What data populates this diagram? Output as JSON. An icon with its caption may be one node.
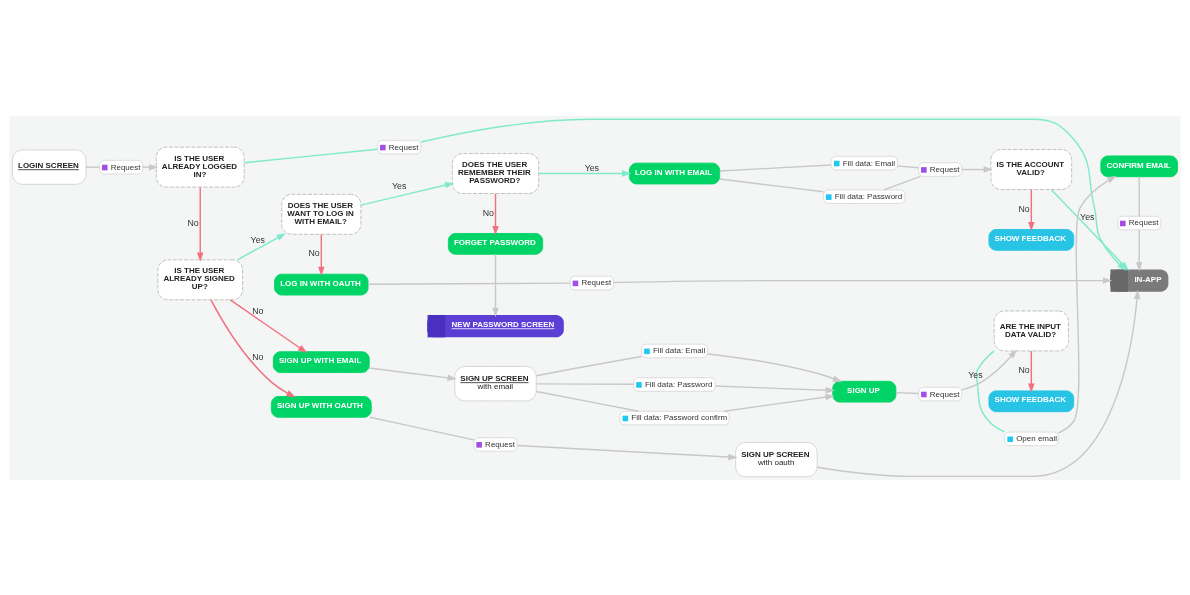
{
  "diagram": {
    "nodes": [
      {
        "text": [
          "LOGIN SCREEN"
        ]
      },
      {
        "text": [
          "Request"
        ]
      },
      {
        "text": [
          "IS THE USER ALREADY LOGGED IN?"
        ]
      },
      {
        "text": [
          "Request"
        ]
      },
      {
        "text": [
          "IN-APP"
        ]
      },
      {
        "text": [
          "LOG IN WITH OAUTH"
        ]
      },
      {
        "text": [
          "Request"
        ]
      },
      {
        "text": [
          "IS THE USER ALREADY SIGNED UP?"
        ]
      },
      {
        "text": [
          "DOES THE USER WANT TO LOG IN WITH EMAIL?"
        ]
      },
      {
        "text": [
          "DOES THE USER REMEMBER THEIR PASSWORD?"
        ]
      },
      {
        "text": [
          "LOG IN WITH EMAIL"
        ]
      },
      {
        "text": [
          "Fill data: Email"
        ]
      },
      {
        "text": [
          "Fill data: Password"
        ]
      },
      {
        "text": [
          "Request"
        ]
      },
      {
        "text": [
          "IS THE ACCOUNT VALID?"
        ]
      },
      {
        "text": [
          "Request"
        ]
      },
      {
        "text": [
          "FORGET PASSWORD"
        ]
      },
      {
        "text": [
          "SHOW FEEDBACK"
        ]
      },
      {
        "text": [
          "CONFIRM EMAIL"
        ]
      },
      {
        "text": [
          "NEW PASSWORD SCREEN"
        ]
      },
      {
        "text": [
          "Open email"
        ]
      },
      {
        "text": [
          "SIGN UP WITH EMAIL"
        ]
      },
      {
        "text": [
          "SIGN UP SCREEN",
          "with email"
        ]
      },
      {
        "text": [
          "Fill data: Email"
        ]
      },
      {
        "text": [
          "Fill data: Password"
        ]
      },
      {
        "text": [
          "Fill data: Password confirm"
        ]
      },
      {
        "text": [
          "SIGN UP"
        ]
      },
      {
        "text": [
          "Request"
        ]
      },
      {
        "text": [
          "ARE THE INPUT DATA VALID?"
        ]
      },
      {
        "text": [
          "SHOW FEEDBACK"
        ]
      },
      {
        "text": [
          "SIGN UP WITH OAUTH"
        ]
      },
      {
        "text": [
          "Request"
        ]
      },
      {
        "text": [
          "SIGN UP SCREEN",
          "with oauth"
        ]
      }
    ],
    "edges": [
      {
        "from": 0,
        "to": 1,
        "arrow": "none"
      },
      {
        "from": 1,
        "to": 2,
        "arrow": "to"
      },
      {
        "from": 2,
        "to": 3,
        "arrow": "none",
        "color": "#7eeacb"
      },
      {
        "from": 3,
        "to": 4,
        "arrow": "to",
        "color": "#7eeacb"
      },
      {
        "from": 2,
        "to": 7,
        "arrow": "to",
        "label": "No",
        "color": "#f2717f"
      },
      {
        "from": 5,
        "to": 6,
        "arrow": "none"
      },
      {
        "from": 6,
        "to": 4,
        "arrow": "to"
      },
      {
        "from": 7,
        "to": 8,
        "arrow": "to",
        "label": "Yes",
        "color": "#7eeacb"
      },
      {
        "from": 8,
        "to": 5,
        "arrow": "to",
        "label": "No",
        "color": "#f2717f"
      },
      {
        "from": 8,
        "to": 9,
        "arrow": "to",
        "label": "Yes",
        "color": "#7eeacb"
      },
      {
        "from": 9,
        "to": 10,
        "arrow": "to",
        "label": "Yes",
        "color": "#7eeacb"
      },
      {
        "from": 9,
        "to": 16,
        "arrow": "to",
        "label": "No",
        "color": "#f2717f"
      },
      {
        "from": 10,
        "to": 11,
        "arrow": "none"
      },
      {
        "from": 10,
        "to": 12,
        "arrow": "none"
      },
      {
        "from": 11,
        "to": 13,
        "arrow": "none"
      },
      {
        "from": 12,
        "to": 13,
        "arrow": "none"
      },
      {
        "from": 13,
        "to": 14,
        "arrow": "to"
      },
      {
        "from": 14,
        "to": 4,
        "arrow": "to",
        "label": "Yes",
        "color": "#7eeacb"
      },
      {
        "from": 14,
        "to": 17,
        "arrow": "to",
        "label": "No",
        "color": "#f2717f"
      },
      {
        "from": 18,
        "to": 15,
        "arrow": "none"
      },
      {
        "from": 15,
        "to": 4,
        "arrow": "to"
      },
      {
        "from": 16,
        "to": 19,
        "arrow": "to"
      },
      {
        "from": 7,
        "to": 21,
        "arrow": "to",
        "label": "No",
        "color": "#f2717f"
      },
      {
        "from": 7,
        "to": 30,
        "arrow": "to",
        "label": "No",
        "color": "#f2717f"
      },
      {
        "from": 21,
        "to": 22,
        "arrow": "to"
      },
      {
        "from": 22,
        "to": 23,
        "arrow": "none"
      },
      {
        "from": 22,
        "to": 24,
        "arrow": "none"
      },
      {
        "from": 22,
        "to": 25,
        "arrow": "none"
      },
      {
        "from": 23,
        "to": 26,
        "arrow": "to"
      },
      {
        "from": 24,
        "to": 26,
        "arrow": "to"
      },
      {
        "from": 25,
        "to": 26,
        "arrow": "to"
      },
      {
        "from": 26,
        "to": 27,
        "arrow": "none"
      },
      {
        "from": 27,
        "to": 28,
        "arrow": "to"
      },
      {
        "from": 28,
        "to": 20,
        "arrow": "none",
        "label": "Yes",
        "color": "#7eeacb"
      },
      {
        "from": 20,
        "to": 18,
        "arrow": "to"
      },
      {
        "from": 28,
        "to": 29,
        "arrow": "to",
        "label": "No",
        "color": "#f2717f"
      },
      {
        "from": 30,
        "to": 31,
        "arrow": "none"
      },
      {
        "from": 31,
        "to": 32,
        "arrow": "to"
      },
      {
        "from": 32,
        "to": 4,
        "arrow": "to"
      }
    ]
  }
}
